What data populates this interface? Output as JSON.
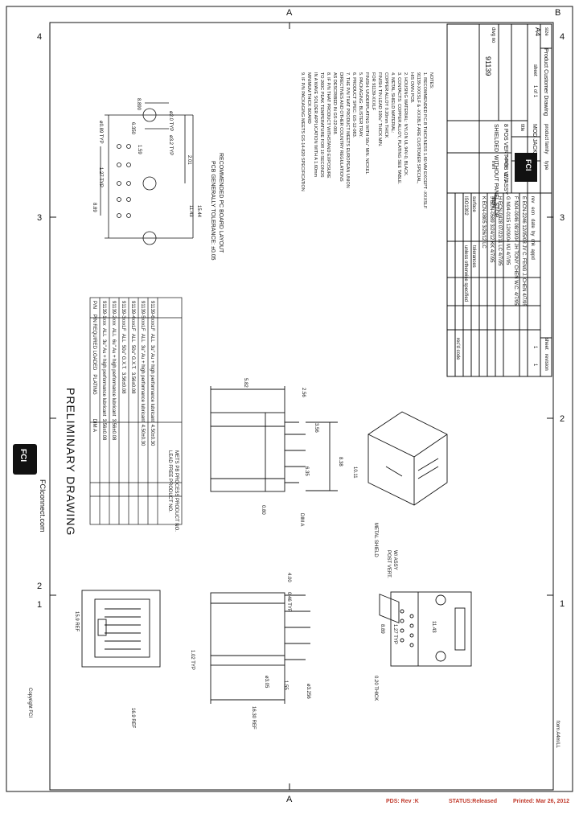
{
  "frame": {
    "zone_numbers": [
      "4",
      "3",
      "2",
      "1"
    ],
    "zone_letters": [
      "A",
      "B"
    ]
  },
  "title_block": {
    "surface": "surface",
    "finish": "ISO1302",
    "tolerances_label": "tolerances",
    "tolerances_value": "unless otherwise specified",
    "product_family_label": "product family",
    "product_family": "MOD JACK",
    "title_label": "title",
    "title_lines": [
      "8 POS VERT-PCB W/ ASSY",
      "SHIELDED, WITHOUT PANEL STOP"
    ],
    "dwg_no_label": "dwg no",
    "dwg_no": "91139",
    "scale_label": "scale",
    "scale": "2.0",
    "size_label": "size",
    "size": "A4",
    "sheet_label": "sheet",
    "sheet": "1 of 1",
    "type_label": "type",
    "type": "Product Customer Drawing",
    "angle_label": "angle",
    "unit": "mm",
    "sheet_row_label": "sheet",
    "revision_label": "revision",
    "sheet_value": "1",
    "revision_value": "1"
  },
  "revisions": {
    "headers": [
      "rev",
      "ecn",
      "date",
      "by",
      "chk",
      "appd"
    ],
    "rows": [
      [
        "E",
        "ECN-2246",
        "12/05/03",
        "JV",
        "C. FENG",
        "J. CHEN"
      ],
      [
        "F",
        "N04-0046",
        "08/19/04",
        "JH",
        "TONY CHEN",
        "W.C."
      ],
      [
        "G",
        "N04-0115",
        "12/09/04",
        "MJ",
        "",
        ""
      ],
      [
        "H",
        "ECN-0428",
        "07/22/11",
        "LC",
        "",
        ""
      ],
      [
        "J",
        "ECN-0589",
        "3/24/12",
        "KK",
        "",
        ""
      ],
      [
        "K",
        "ECN-0805",
        "3/26/12",
        "LC",
        "",
        ""
      ]
    ],
    "dates": [
      "4/7/95",
      "4/7/95",
      "4/7/95",
      "4/7/95",
      "4/7/95"
    ],
    "rec_code_label": "rec'd code"
  },
  "drawing": {
    "preliminary": "PRELIMINARY DRAWING",
    "fci_url": "FCIconnect.com",
    "copyright": "Copyright FCI",
    "form": "form A4m/LL",
    "pcb_layout_title": "RECOMMENDED PC BOARD LAYOUT",
    "pcb_tolerance": "PCB GENERALLY TOLERANCE: ±0.05",
    "metal_shield": "METAL SHIELD",
    "wassy": "W/ ASSY",
    "post_vert": "POST VERT.",
    "thick": "0.20 THICK",
    "dim_a": "DIM A"
  },
  "dims": {
    "d8_89": "8.89",
    "d1_27": "1.27 TYP",
    "d11_43": "11.43",
    "d15_44": "15.44",
    "d2_01": "2.01",
    "d0_89": "ø0.89 TYP",
    "d3_2": "ø3.2 TYP",
    "d2_0": "ø2.0 TYP",
    "d6_350": "6.350",
    "d8_890": "8.890",
    "d1_59": "1.59",
    "d15_9": "15.9 REF",
    "d16_9": "16.9 REF",
    "d16_30": "16.30 REF",
    "d1_02": "1.02 TYP",
    "d3_05": "ø3.05",
    "d1_55": "1.55",
    "d3_256": "ø3.256",
    "d4_00": "4.00",
    "d0_46": "0.46 TYP",
    "d5_82": "5.82",
    "d2_56": "2.56",
    "d3_56": "3.56",
    "d10_11": "10.11",
    "d8_38": "8.38",
    "d0_80": "0.80",
    "d6_35": "6.35",
    "d8_89b": "8.89",
    "d1_27b": "1.27 TYP",
    "d11_43b": "11.43"
  },
  "plating_table": {
    "headers": [
      "P/N",
      "PIN REQUIRED LOADED",
      "PLATING",
      "DIM A"
    ],
    "rows": [
      [
        "91139-1xxx",
        "ALL",
        "3u\" Au + high performance lubricant",
        "3.56±0.08"
      ],
      [
        "91139-2xxx",
        "ALL",
        "6u\" Au + high performance lubricant",
        "3.56±0.08"
      ],
      [
        "91139-3xxxLF",
        "ALL",
        "50u\" G.X.T.",
        "3.56±0.08"
      ],
      [
        "91139-4xxxLF",
        "ALL",
        "50u\" G.X.T.",
        "3.56±0.08"
      ],
      [
        "91139-5xxxLF",
        "ALL",
        "3u\" Au + high performance lubricant",
        "4.50±0.30"
      ],
      [
        "91139-6xxxLF",
        "ALL",
        "3u\" Au + high performance lubricant",
        "4.50±0.30"
      ]
    ],
    "footnotes": [
      "LEAD FREE PRODUCT NO.",
      "METS PB PROCESS PRODUCT NO."
    ]
  },
  "notes": [
    "NOTES:",
    "1. RECOMMENDED P.C.B THICKNESS 1.60 MM EXCEPT -XXXSLF",
    "   91139-XXXSLF & -XXX8LF ARE CUSTOMER SPECIAL,",
    "   HIS OWN PCB.",
    "2. HOUSING MATERIAL: NYLON UL 94V-0, BLACK.",
    "3. CONTACTS: COPPER ALLOY, PLATING SEE TABLE.",
    "4. METAL SHIELD MATERIAL:",
    "   COPPER ALLOY 0.20mm THICK",
    "   FINISH: TIN LEAD 100u\" THICK MIN.",
    "   FOR 91139-XXXLF",
    "   FINISH: UNDERPLATING WITH 50u\" MIN. NICKEL",
    "5. PACKAGING: BLISTER TRAY.",
    "6. PRODUCT SPEC: GS-12-083.",
    "7. THE P/N THAT PRODUCT MEETS EUROPEAN UNION",
    "   DIRECTIVES AND OTHER COUNTRY REGULATIONS",
    "   AS DESCRIBED IN GS-22-008.",
    "8. IF P/N THAT PRODUCT WITHSTAND EXPOSURE",
    "   TO 260C PEAK TEMPERATURE FOR 10 SECONDS",
    "   IN A WAVE SOLDER APPLICATION WITH A 1.60mm",
    "   MINIMUM THICK BOARD",
    "9. IF P/N PACKAGING MEETS GS-14-820 SPECIFICATION"
  ],
  "status_bar": {
    "pds": "PDS: Rev :K",
    "status": "STATUS:Released",
    "printed": "Printed: Mar 26, 2012"
  },
  "colors": {
    "line": "#111111",
    "status": "#c0392b",
    "paper": "#ffffff"
  }
}
